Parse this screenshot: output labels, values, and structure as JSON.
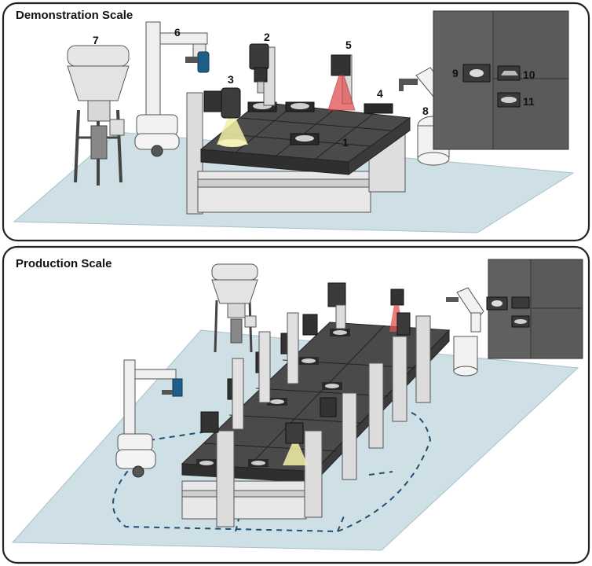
{
  "panels": [
    {
      "title": "Demonstration Scale"
    },
    {
      "title": "Production Scale"
    }
  ],
  "labels": {
    "l1": "1",
    "l2": "2",
    "l3": "3",
    "l4": "4",
    "l5": "5",
    "l6": "6",
    "l7": "7",
    "l8": "8",
    "l9": "9",
    "l10": "10",
    "l11": "11"
  },
  "colors": {
    "floor": "#cfdfe6",
    "table_top": "#4a4a4a",
    "frame": "#d9d9d9",
    "cabinet": "#606060",
    "lidar": "#e05050",
    "light": "#f3f0a8",
    "camera_blue": "#1f5f8a",
    "path": "#1f4f75"
  }
}
